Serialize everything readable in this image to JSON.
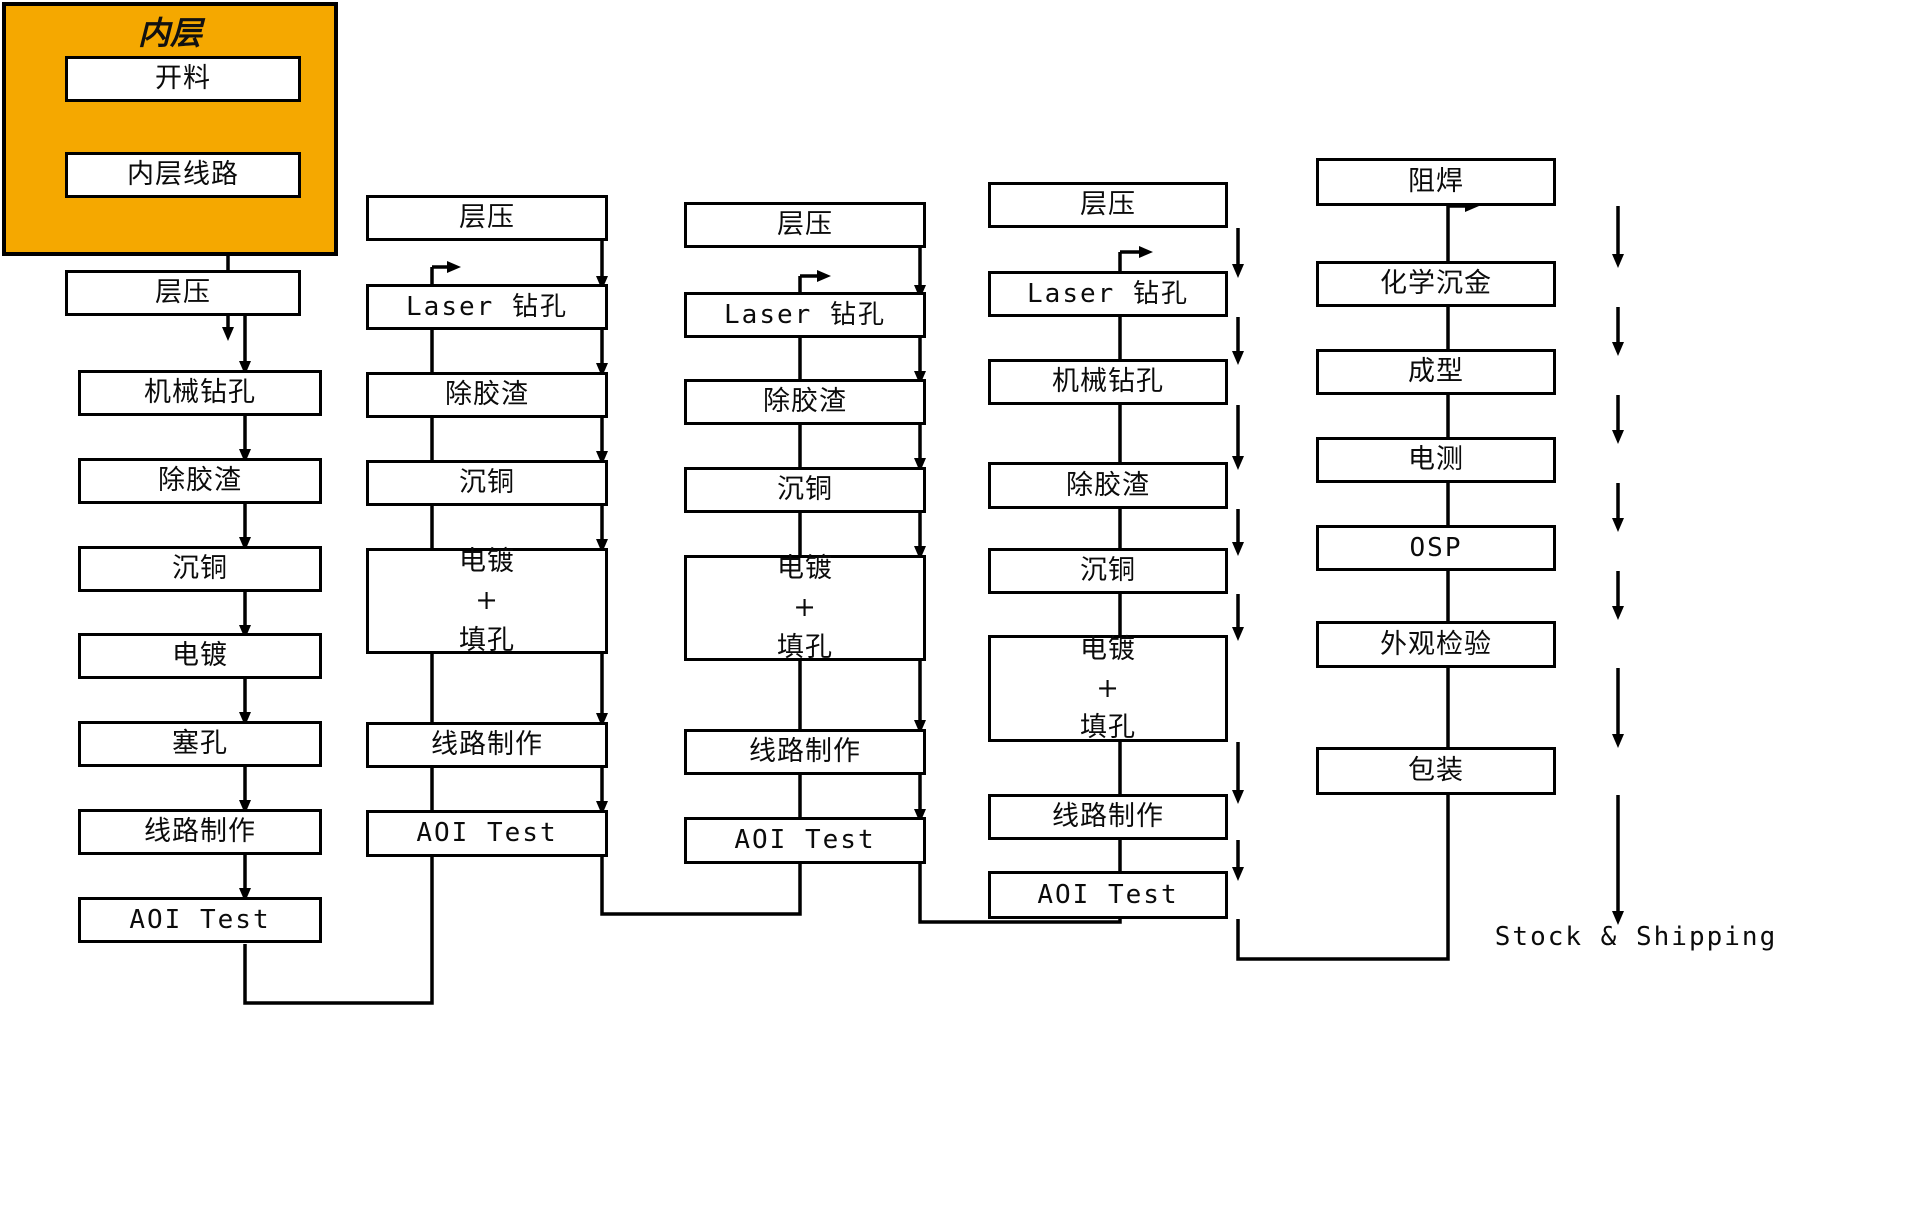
{
  "diagram": {
    "title": "PCB Manufacturing Process Flow",
    "colors": {
      "group_fill": "#F5A800",
      "box_fill": "#FFFFFF",
      "stroke": "#000000"
    },
    "group": {
      "label": "内层",
      "name": "inner-layer-group"
    },
    "columns": [
      {
        "id": "col1",
        "nodes": [
          {
            "id": "c1n1",
            "label": "开料",
            "kind": "cjk",
            "in_group": true
          },
          {
            "id": "c1n2",
            "label": "内层线路",
            "kind": "cjk",
            "in_group": true
          },
          {
            "id": "c1n3",
            "label": "层压",
            "kind": "cjk"
          },
          {
            "id": "c1n4",
            "label": "机械钻孔",
            "kind": "cjk"
          },
          {
            "id": "c1n5",
            "label": "除胶渣",
            "kind": "cjk"
          },
          {
            "id": "c1n6",
            "label": "沉铜",
            "kind": "cjk"
          },
          {
            "id": "c1n7",
            "label": "电镀",
            "kind": "cjk"
          },
          {
            "id": "c1n8",
            "label": "塞孔",
            "kind": "cjk"
          },
          {
            "id": "c1n9",
            "label": "线路制作",
            "kind": "cjk"
          },
          {
            "id": "c1n10",
            "label": "AOI Test",
            "kind": "mono"
          }
        ]
      },
      {
        "id": "col2",
        "nodes": [
          {
            "id": "c2n1",
            "label": "层压",
            "kind": "cjk"
          },
          {
            "id": "c2n2",
            "label": "Laser 钻孔",
            "kind": "mono"
          },
          {
            "id": "c2n3",
            "label": "除胶渣",
            "kind": "cjk"
          },
          {
            "id": "c2n4",
            "label": "沉铜",
            "kind": "cjk"
          },
          {
            "id": "c2n5",
            "lines": [
              "电镀",
              "+",
              "填孔"
            ],
            "kind": "cjk-multi"
          },
          {
            "id": "c2n6",
            "label": "线路制作",
            "kind": "cjk"
          },
          {
            "id": "c2n7",
            "label": "AOI Test",
            "kind": "mono"
          }
        ]
      },
      {
        "id": "col3",
        "nodes": [
          {
            "id": "c3n1",
            "label": "层压",
            "kind": "cjk"
          },
          {
            "id": "c3n2",
            "label": "Laser 钻孔",
            "kind": "mono"
          },
          {
            "id": "c3n3",
            "label": "除胶渣",
            "kind": "cjk"
          },
          {
            "id": "c3n4",
            "label": "沉铜",
            "kind": "cjk"
          },
          {
            "id": "c3n5",
            "lines": [
              "电镀",
              "+",
              "填孔"
            ],
            "kind": "cjk-multi"
          },
          {
            "id": "c3n6",
            "label": "线路制作",
            "kind": "cjk"
          },
          {
            "id": "c3n7",
            "label": "AOI Test",
            "kind": "mono"
          }
        ]
      },
      {
        "id": "col4",
        "nodes": [
          {
            "id": "c4n1",
            "label": "层压",
            "kind": "cjk"
          },
          {
            "id": "c4n2",
            "label": "Laser 钻孔",
            "kind": "mono"
          },
          {
            "id": "c4n3",
            "label": "机械钻孔",
            "kind": "cjk"
          },
          {
            "id": "c4n4",
            "label": "除胶渣",
            "kind": "cjk"
          },
          {
            "id": "c4n5",
            "label": "沉铜",
            "kind": "cjk"
          },
          {
            "id": "c4n6",
            "lines": [
              "电镀",
              "+",
              "填孔"
            ],
            "kind": "cjk-multi"
          },
          {
            "id": "c4n7",
            "label": "线路制作",
            "kind": "cjk"
          },
          {
            "id": "c4n8",
            "label": "AOI Test",
            "kind": "mono"
          }
        ]
      },
      {
        "id": "col5",
        "nodes": [
          {
            "id": "c5n1",
            "label": "阻焊",
            "kind": "cjk"
          },
          {
            "id": "c5n2",
            "label": "化学沉金",
            "kind": "cjk"
          },
          {
            "id": "c5n3",
            "label": "成型",
            "kind": "cjk"
          },
          {
            "id": "c5n4",
            "label": "电测",
            "kind": "cjk"
          },
          {
            "id": "c5n5",
            "label": "OSP",
            "kind": "mono"
          },
          {
            "id": "c5n6",
            "label": "外观检验",
            "kind": "cjk"
          },
          {
            "id": "c5n7",
            "label": "包装",
            "kind": "cjk"
          }
        ]
      }
    ],
    "terminal": {
      "id": "end",
      "label": "Stock & Shipping"
    }
  }
}
